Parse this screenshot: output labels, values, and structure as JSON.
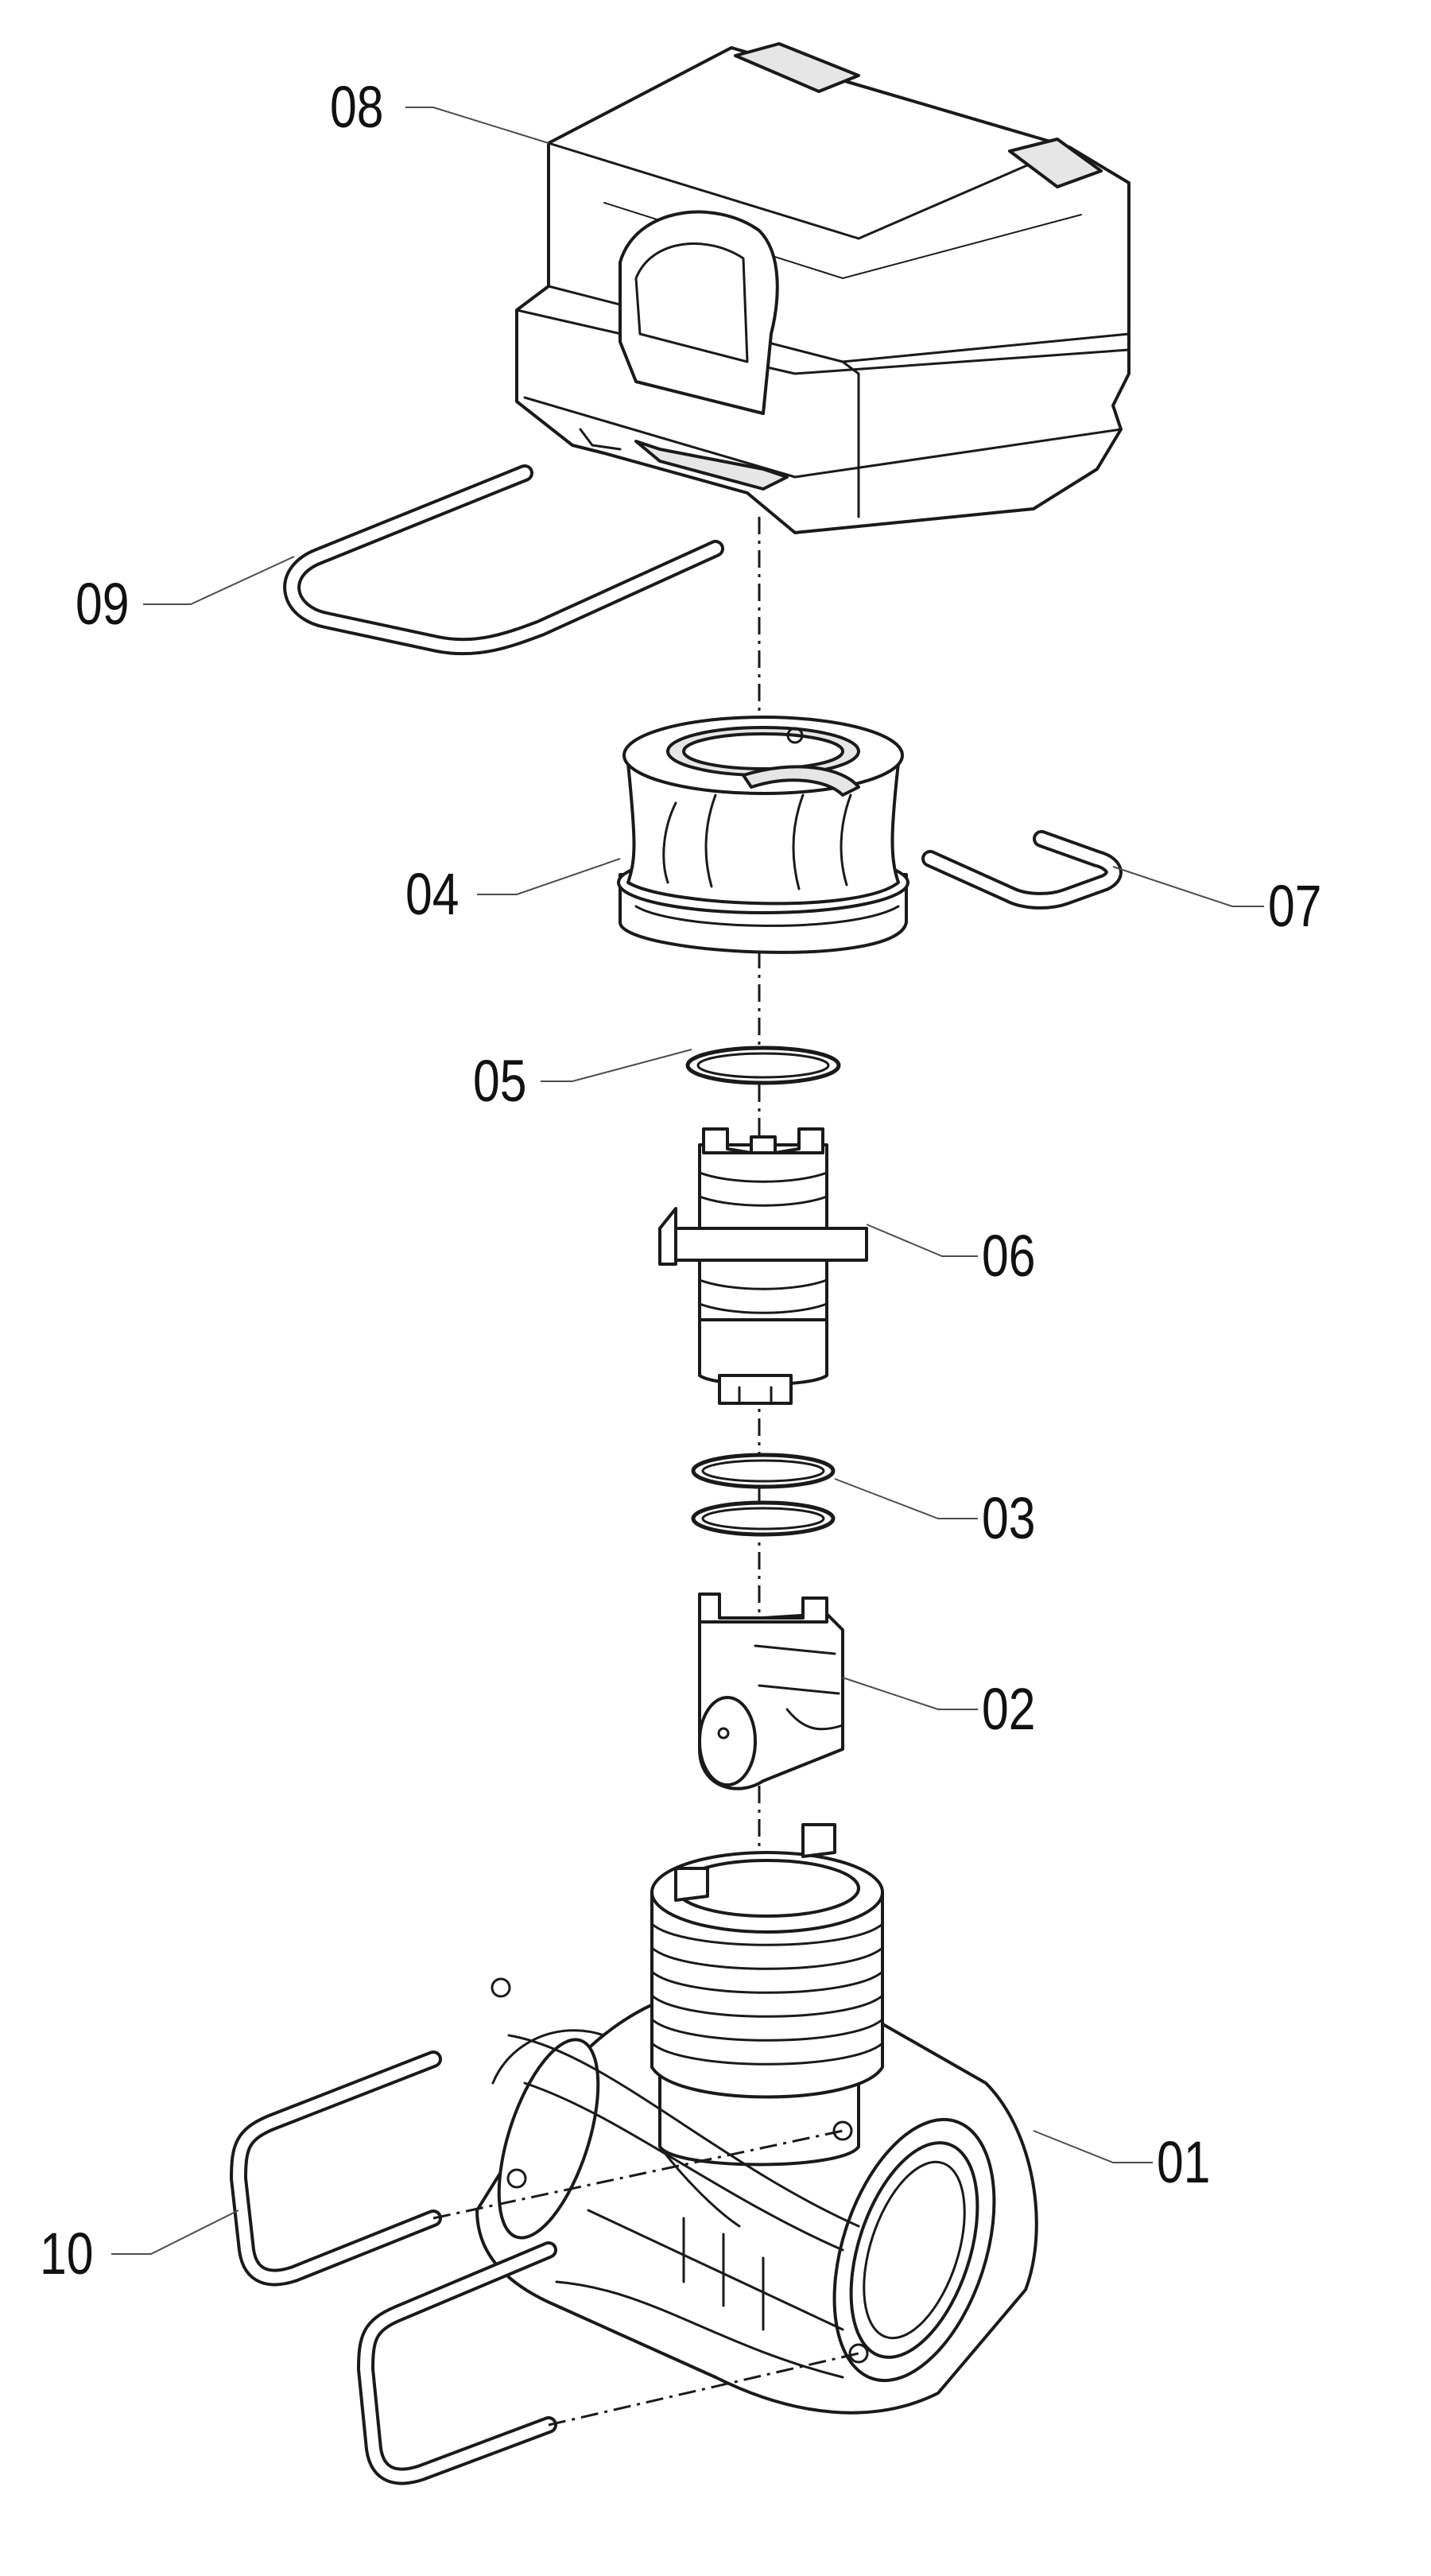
{
  "callouts": {
    "p01": "01",
    "p02": "02",
    "p03": "03",
    "p04": "04",
    "p05": "05",
    "p06": "06",
    "p07": "07",
    "p08": "08",
    "p09": "09",
    "p10": "10"
  },
  "colors": {
    "line": "#1a1a1a",
    "leader": "#4d4d4d",
    "background": "#ffffff",
    "shade": "#e6e6e6"
  }
}
